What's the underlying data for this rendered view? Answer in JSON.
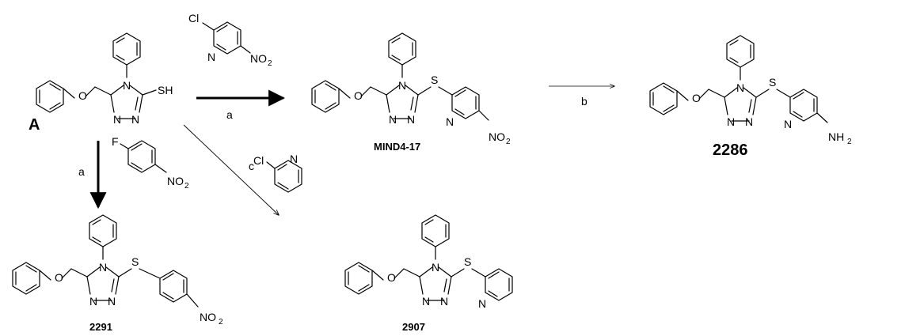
{
  "atoms": {
    "cl": "Cl",
    "n": "N",
    "o": "O",
    "s": "S",
    "f": "F",
    "sh": "SH",
    "no": "NO",
    "nh": "NH",
    "sub2": "2",
    "nn": "N–N"
  },
  "reagents": {
    "r1": "2-chloro-5-nitropyridine",
    "r2": "4-fluoronitrobenzene",
    "r3": "2-chloropyridine"
  },
  "conditions": {
    "a_top": "a",
    "b": "b",
    "a_down": "a",
    "c": "c"
  },
  "compounds": {
    "A": "A",
    "mind": "MIND4-17",
    "c2286": "2286",
    "c2291": "2291",
    "c2907": "2907"
  }
}
